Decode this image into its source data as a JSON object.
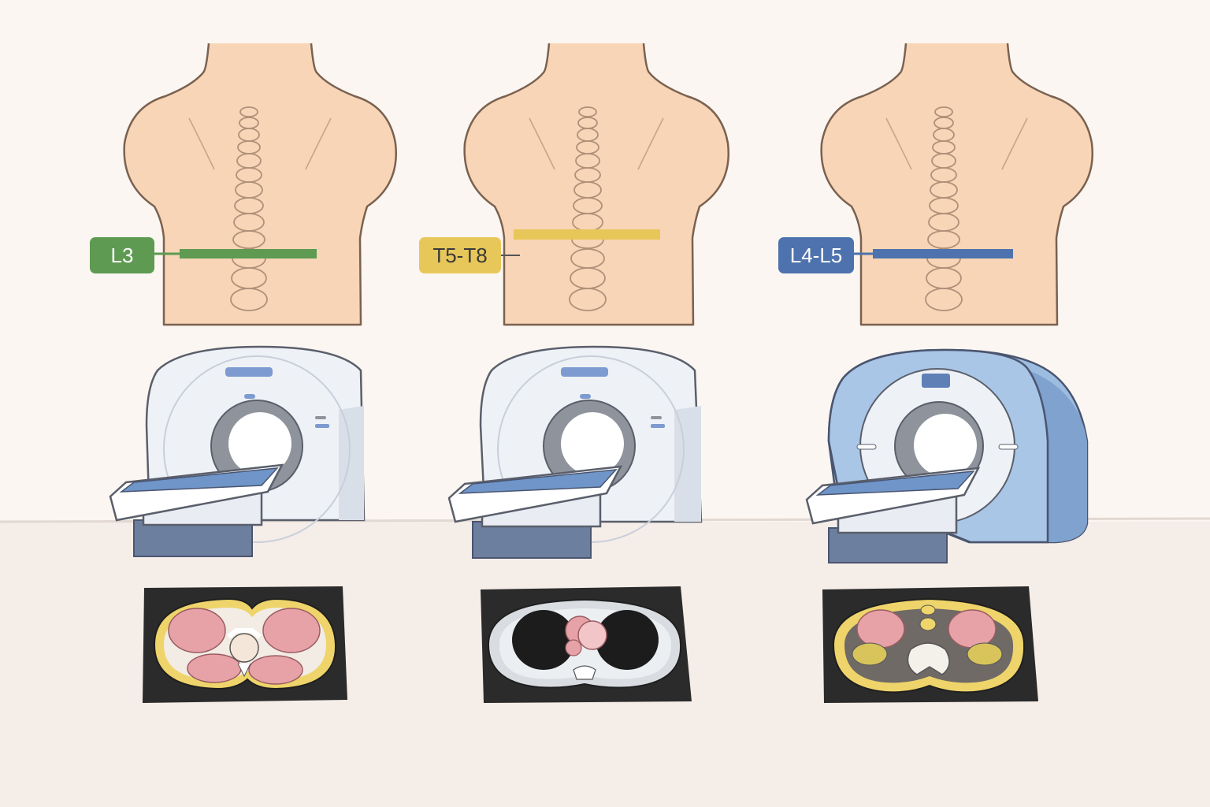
{
  "panels": [
    {
      "id": "lumbar-ct",
      "level_label": "L3",
      "accent": "#5e9a52",
      "label_text_color": "#ffffff",
      "scanner": "ct",
      "scan": "abdomen-muscle"
    },
    {
      "id": "thoracic-ct",
      "level_label": "T5-T8",
      "accent": "#e8c75a",
      "label_text_color": "#3a3a3a",
      "scanner": "ct",
      "scan": "thorax"
    },
    {
      "id": "lumbar-mri",
      "level_label": "L4-L5",
      "accent": "#4e72ad",
      "label_text_color": "#ffffff",
      "scanner": "mri",
      "scan": "abdomen-organs"
    }
  ],
  "colors": {
    "background": "#fbf6f1",
    "floor": "#f5ede8",
    "skin": "#f7d5b6",
    "skin_outline": "#7a6150",
    "ct_body": "#eef1f6",
    "mri_body": "#9dbde0",
    "table_pad": "#6f95c9",
    "scan_bg": "#2b2b2b",
    "fat": "#eed46a",
    "muscle": "#e6a2a7"
  }
}
